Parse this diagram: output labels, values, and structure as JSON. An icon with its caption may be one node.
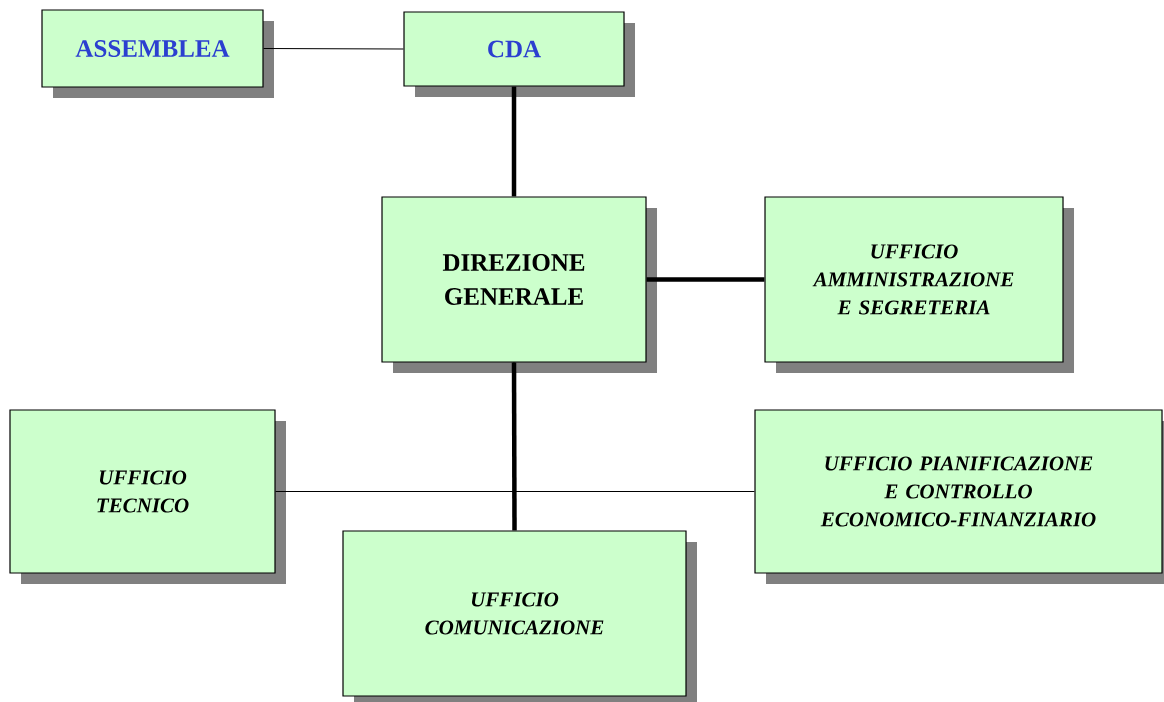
{
  "diagram": {
    "nodes": [
      {
        "text": [
          "ASSEMBLEA"
        ]
      },
      {
        "text": [
          "CDA"
        ]
      },
      {
        "text": [
          "DIREZIONE GENERALE"
        ]
      },
      {
        "text": [
          "UFFICIO AMMINISTRAZIONE E SEGRETERIA"
        ]
      },
      {
        "text": [
          "UFFICIO TECNICO"
        ]
      },
      {
        "text": [
          "UFFICIO PIANIFICAZIONE E CONTROLLO ECONOMICO-FINANZIARIO"
        ]
      },
      {
        "text": [
          "UFFICIO COMUNICAZIONE"
        ]
      }
    ],
    "edges": [
      {
        "from": 0,
        "to": 1,
        "arrow": "none"
      },
      {
        "from": 1,
        "to": 2,
        "arrow": "none",
        "style": "thick"
      },
      {
        "from": 2,
        "to": 3,
        "arrow": "none",
        "style": "thick"
      },
      {
        "from": 2,
        "to": 6,
        "arrow": "none",
        "style": "thick"
      },
      {
        "from": 2,
        "to": 4,
        "arrow": "none"
      },
      {
        "from": 2,
        "to": 5,
        "arrow": "none"
      }
    ]
  }
}
